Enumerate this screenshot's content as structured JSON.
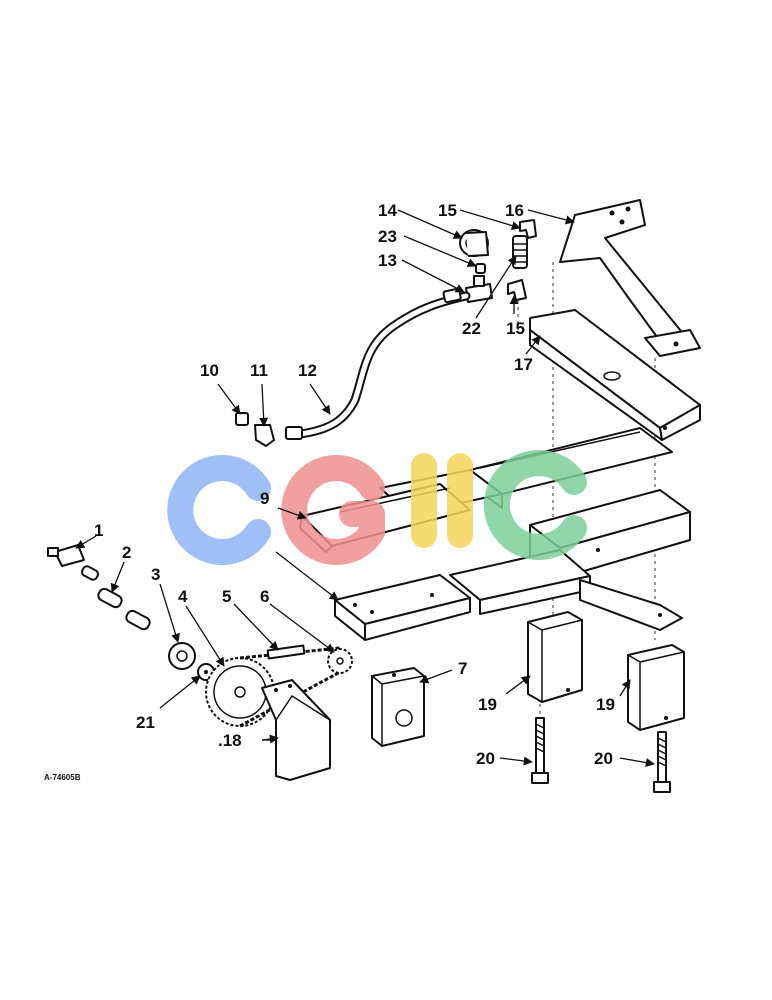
{
  "figure_id": "A-74605B",
  "callouts": [
    "1",
    "2",
    "3",
    "4",
    "5",
    "6",
    "7",
    ".18",
    "9",
    "10",
    "11",
    "12",
    "13",
    "14",
    "15",
    "16",
    "17",
    "19",
    "20",
    "21",
    "22",
    "23"
  ],
  "colors": {
    "line_art": "#111111",
    "watermark_blue": "#8fb4f5",
    "watermark_red": "#f08f8f",
    "watermark_yellow": "#f5d55a",
    "watermark_green": "#7ccf9a"
  }
}
